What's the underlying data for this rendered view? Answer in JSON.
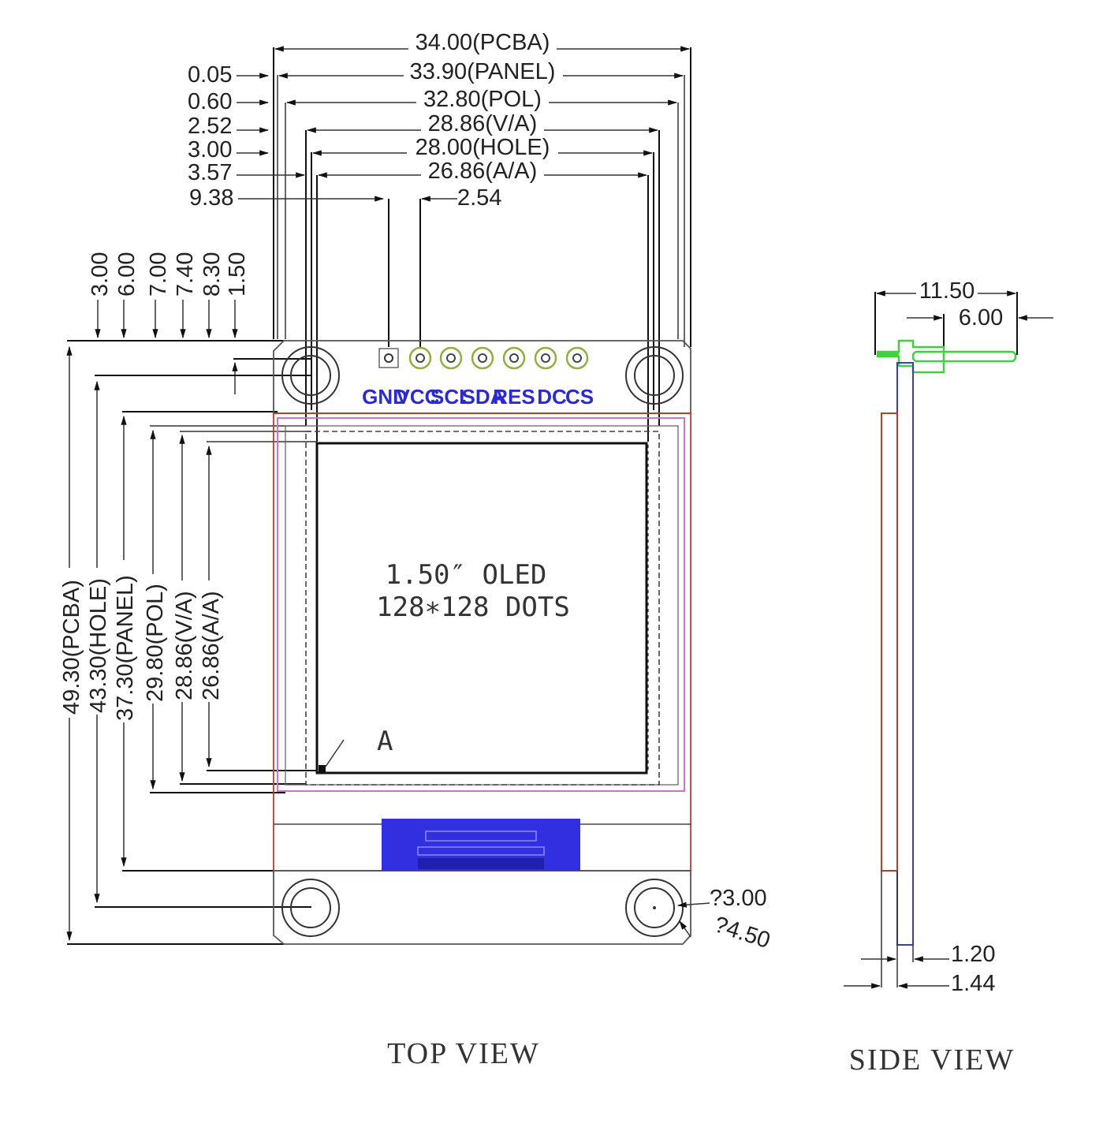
{
  "top_view": {
    "title": "TOP VIEW",
    "horizontal_dims": [
      {
        "label": "34.00(PCBA)"
      },
      {
        "label": "33.90(PANEL)"
      },
      {
        "label": "32.80(POL)"
      },
      {
        "label": "28.86(V/A)"
      },
      {
        "label": "28.00(HOLE)"
      },
      {
        "label": "26.86(A/A)"
      }
    ],
    "left_offsets": [
      "0.05",
      "0.60",
      "2.52",
      "3.00",
      "3.57",
      "9.38"
    ],
    "pin_pitch": "2.54",
    "top_offsets": [
      "3.00",
      "6.00",
      "7.00",
      "7.40",
      "8.30",
      "1.50"
    ],
    "vertical_dims": [
      "49.30(PCBA)",
      "43.30(HOLE)",
      "37.30(PANEL)",
      "29.80(POL)",
      "28.86(V/A)",
      "26.86(A/A)"
    ],
    "pins": [
      "GND",
      "VCC",
      "SCL",
      "SDA",
      "RES",
      "DC",
      "CS"
    ],
    "display_line1": "1.50″ OLED",
    "display_line2": "128∗128 DOTS",
    "marker": "A",
    "hole_inner": "?3.00",
    "hole_outer": "?4.50"
  },
  "side_view": {
    "title": "SIDE VIEW",
    "pin_length": "11.50",
    "pin_header": "6.00",
    "pcb_thickness": "1.20",
    "panel_thickness": "1.44"
  },
  "colors": {
    "pcb_outline": "#c0392b",
    "panel_outline": "#d070d0",
    "pin_label": "#2a2ad0",
    "fpc": "#3030e0",
    "pin_ring": "#8fb040",
    "side_pin": "#40d040"
  }
}
